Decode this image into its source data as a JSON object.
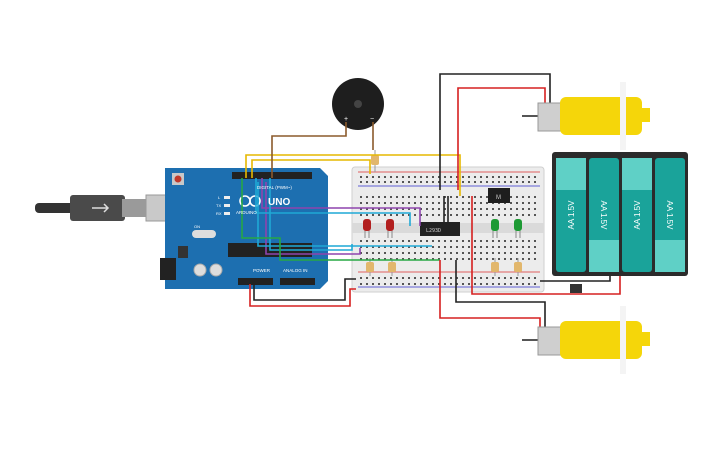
{
  "arduino": {
    "brand": "UNO",
    "sub_brand": "ARDUINO",
    "digital_label": "DIGITAL (PWM~)",
    "power_label": "POWER",
    "analog_label": "ANALOG IN",
    "tx_label": "TX",
    "rx_label": "RX",
    "l_label": "L",
    "on_label": "ON"
  },
  "chip": {
    "label": "L293D"
  },
  "battery": {
    "cells": [
      {
        "label": "AA 1.5V"
      },
      {
        "label": "AA 1.5V"
      },
      {
        "label": "AA 1.5V"
      },
      {
        "label": "AA 1.5V"
      }
    ]
  },
  "buzzer": {
    "plus": "+",
    "minus": "−"
  },
  "colors": {
    "arduino_board": "#1d6fb0",
    "motor_yellow": "#f5d60a",
    "battery_cell": "#1aa39a",
    "battery_case": "#2b2b2b",
    "breadboard": "#ececec"
  }
}
